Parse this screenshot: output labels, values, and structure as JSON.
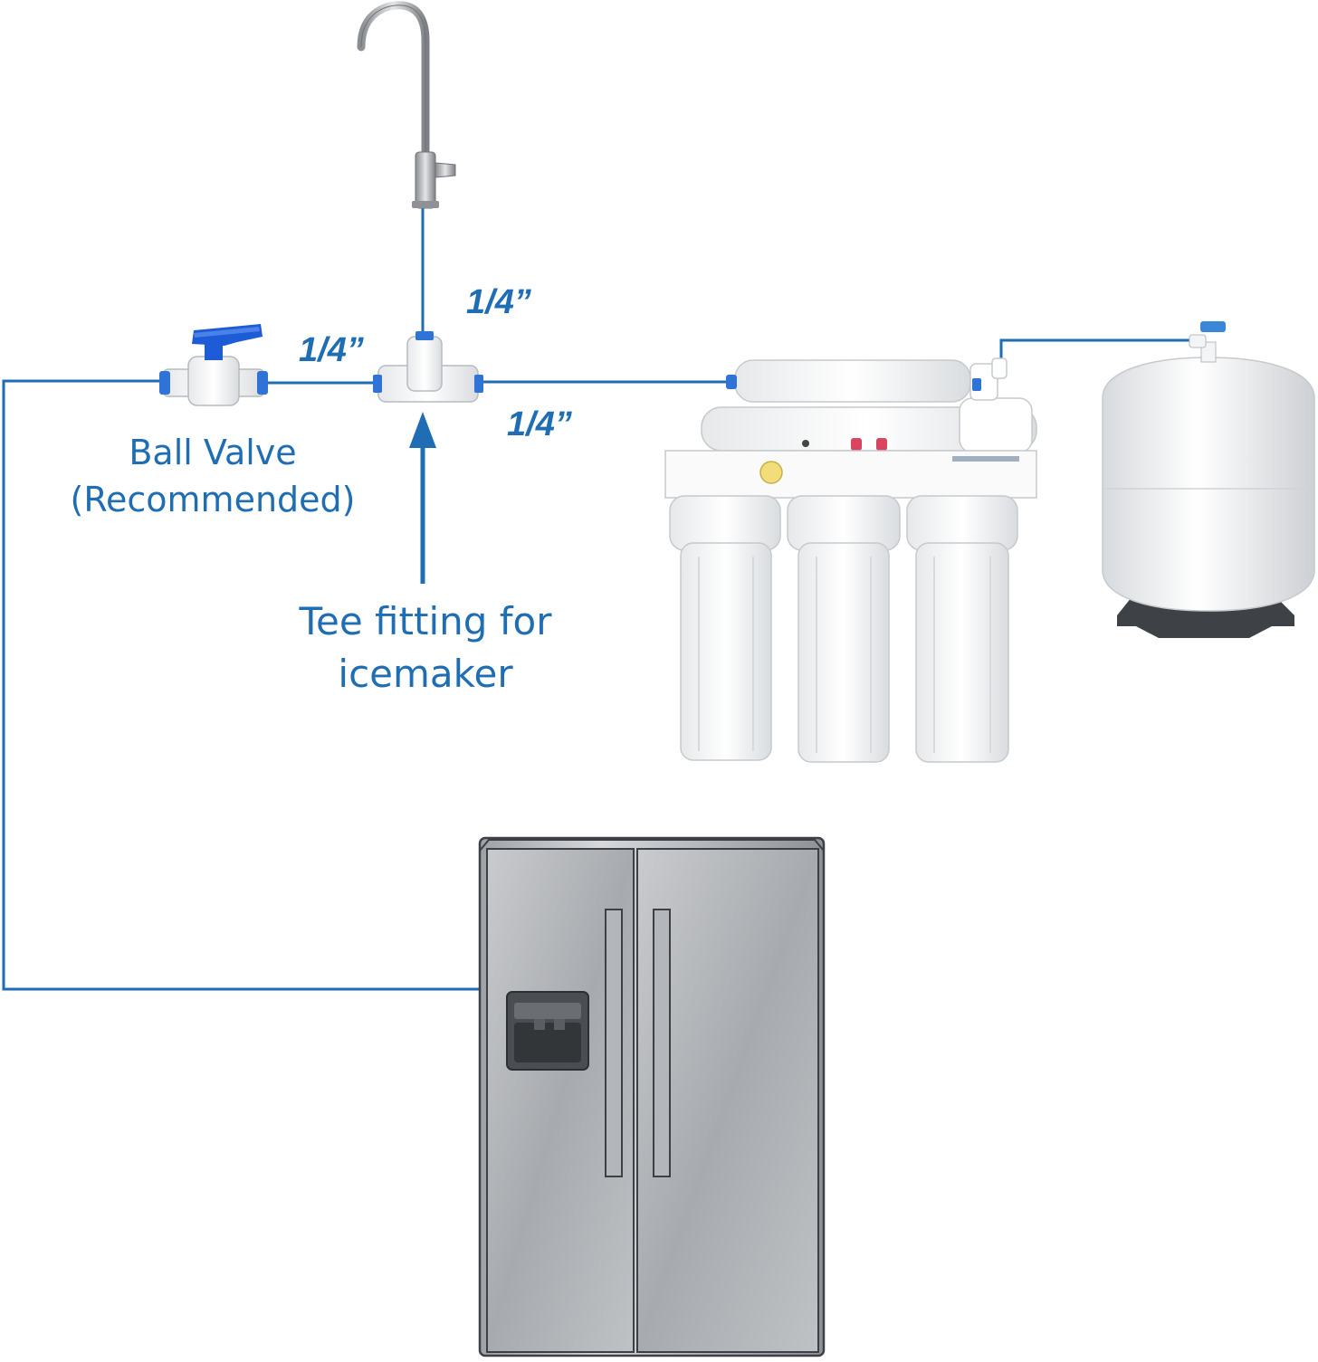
{
  "labels": {
    "ball_valve_line1": "Ball Valve",
    "ball_valve_line2": "(Recommended)",
    "tee_line1": "Tee fitting for",
    "tee_line2": "icemaker",
    "size_faucet": "1/4”",
    "size_left": "1/4”",
    "size_right": "1/4”"
  },
  "colors": {
    "tubing": "#1f6db3",
    "label_text": "#1f6db3",
    "valve_handle": "#1e5bd6",
    "fitting": "#f2f4f6",
    "steel": "#b9bcc0"
  },
  "icons": {
    "faucet": "faucet-icon",
    "ball_valve": "ball-valve-icon",
    "tee_fitting": "tee-fitting-icon",
    "ro_filter": "ro-filter-system-icon",
    "tank": "pressure-tank-icon",
    "refrigerator": "refrigerator-icon"
  }
}
